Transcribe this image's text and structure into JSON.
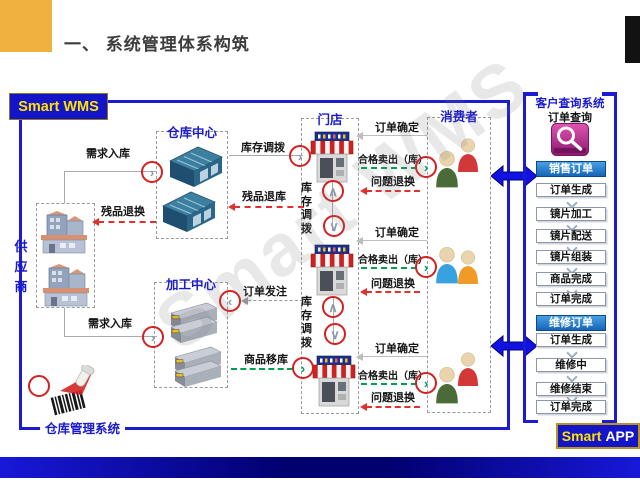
{
  "header": {
    "title": "一、 系统管理体系构筑"
  },
  "badges": {
    "smart_wms": "Smart WMS",
    "warehouse_system": "仓库管理系统",
    "smart_app_brand": "Smart",
    "smart_app_suffix": "APP"
  },
  "watermark": "Smart WMS",
  "diagram": {
    "supplier_label": "供应商",
    "warehouse_center_label": "仓库中心",
    "processing_center_label": "加工中心",
    "store_label": "门店",
    "consumer_label": "消费者",
    "flows": {
      "demand_inbound_top": "需求入库",
      "demand_inbound_bottom": "需求入库",
      "defective_exchange": "残品退换",
      "inventory_transfer": "库存调拨",
      "defective_return_warehouse": "残品退库",
      "order_placement": "订单发注",
      "goods_relocation": "商品移库",
      "store_transfer_upper": "库存调拨",
      "store_transfer_lower": "库存调拨"
    },
    "store_rows": [
      {
        "order_confirm": "订单确定",
        "qualified_sale": "合格卖出（库）",
        "problem_return": "问题退换"
      },
      {
        "order_confirm": "订单确定",
        "qualified_sale": "合格卖出（库）",
        "problem_return": "问题退换"
      },
      {
        "order_confirm": "订单确定",
        "qualified_sale": "合格卖出（库）",
        "problem_return": "问题退换"
      }
    ]
  },
  "right_panel": {
    "title": "客户查询系统",
    "order_query_label": "订单查询",
    "sales_order": {
      "header": "销售订单",
      "steps": [
        "订单生成",
        "镜片加工",
        "镜片配送",
        "镜片组装",
        "商品完成",
        "订单完成"
      ]
    },
    "repair_order": {
      "header": "维修订单",
      "steps": [
        "订单生成",
        "维修中",
        "维修结束",
        "订单完成"
      ]
    }
  },
  "icons": {
    "chevron_right": "›",
    "chevron_left": "‹",
    "chevron_up": "∧",
    "chevron_down": "∨"
  },
  "colors": {
    "brand_blue": "#1414c8",
    "frame_blue": "#1b1bd0",
    "accent_yellow": "#efb23e",
    "panel_header_blue": "#1e7fd0",
    "flow_red": "#e03030",
    "flow_green": "#00a050",
    "annotation_red": "#d42020",
    "search_icon_magenta": "#c02090"
  }
}
